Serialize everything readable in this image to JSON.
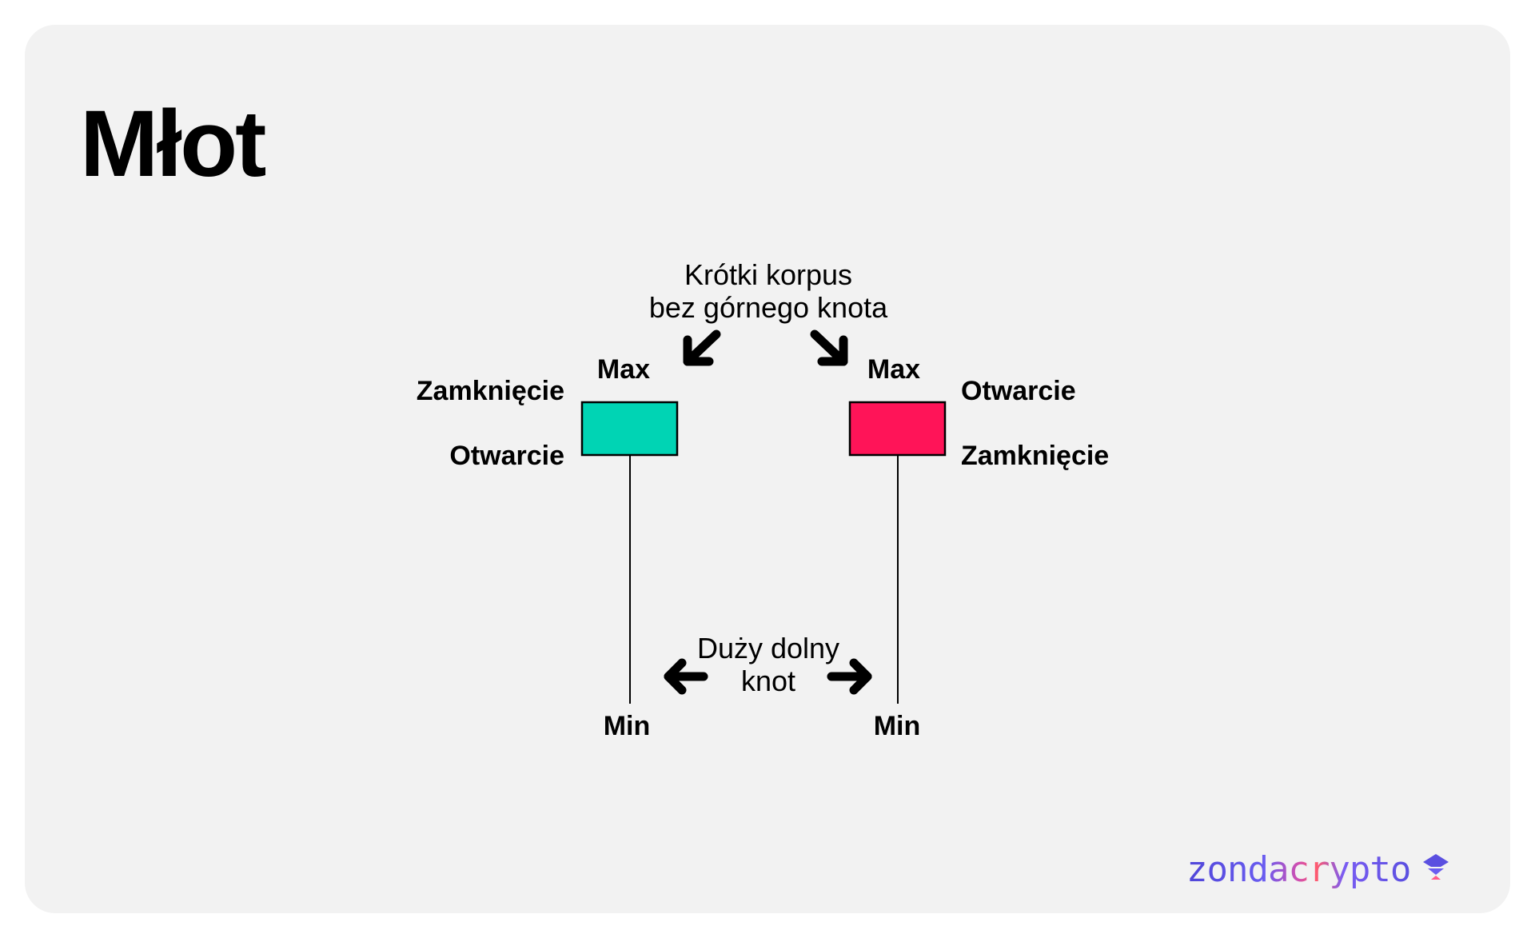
{
  "title": "Młot",
  "annotations": {
    "top_line1": "Krótki korpus",
    "top_line2": "bez górnego knota",
    "bottom_line1": "Duży dolny",
    "bottom_line2": "knot"
  },
  "bullish_candle": {
    "color": "#00d4b4",
    "max": "Max",
    "close": "Zamknięcie",
    "open": "Otwarcie",
    "min": "Min"
  },
  "bearish_candle": {
    "color": "#ff1458",
    "max": "Max",
    "open": "Otwarcie",
    "close": "Zamknięcie",
    "min": "Min"
  },
  "logo": "zondacrypto"
}
